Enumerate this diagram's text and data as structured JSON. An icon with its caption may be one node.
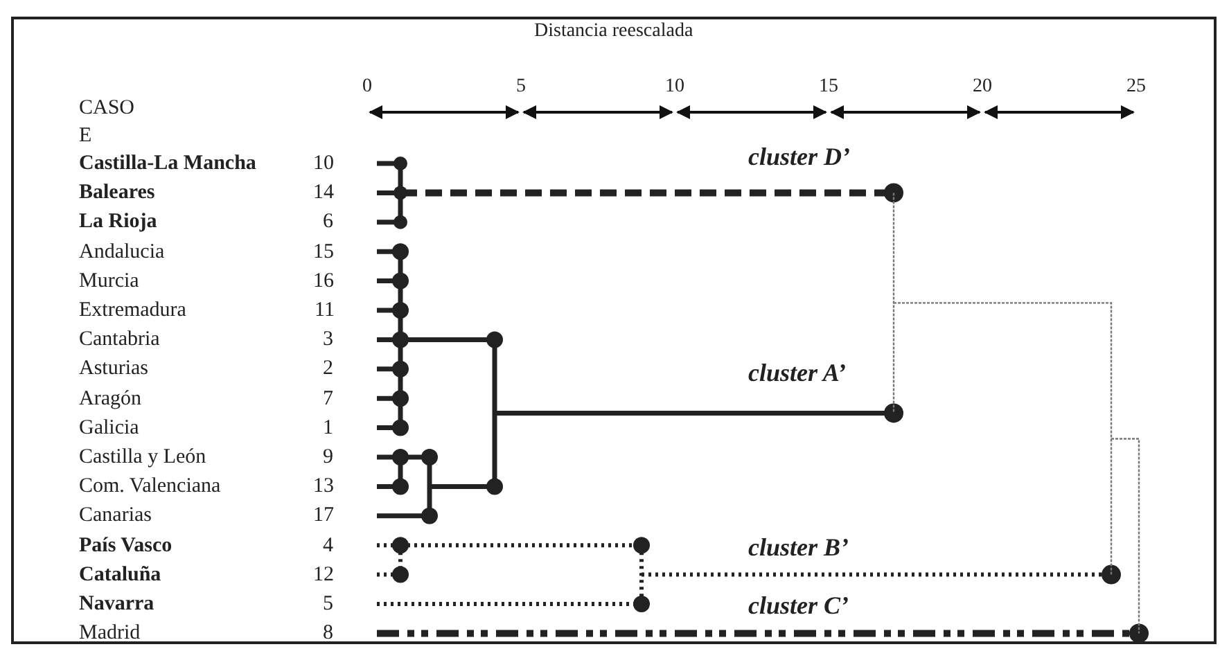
{
  "diagram": {
    "title": "Distancia reescalada",
    "labels": [
      "0",
      "5",
      "10",
      "15",
      "20",
      "25",
      "CASO",
      "E",
      "Castilla-La Mancha",
      "10",
      "Baleares",
      "14",
      "La Rioja",
      "6",
      "Andalucia",
      "15",
      "Murcia",
      "16",
      "Extremadura",
      "11",
      "Cantabria",
      "3",
      "Asturias",
      "2",
      "Aragón",
      "7",
      "Galicia",
      "1",
      "Castilla y León",
      "9",
      "Com. Valenciana",
      "13",
      "Canarias",
      "17",
      "País Vasco",
      "4",
      "Cataluña",
      "12",
      "Navarra",
      "5",
      "Madrid",
      "8",
      "cluster D’",
      "cluster A’",
      "cluster B’",
      "cluster C’"
    ]
  }
}
